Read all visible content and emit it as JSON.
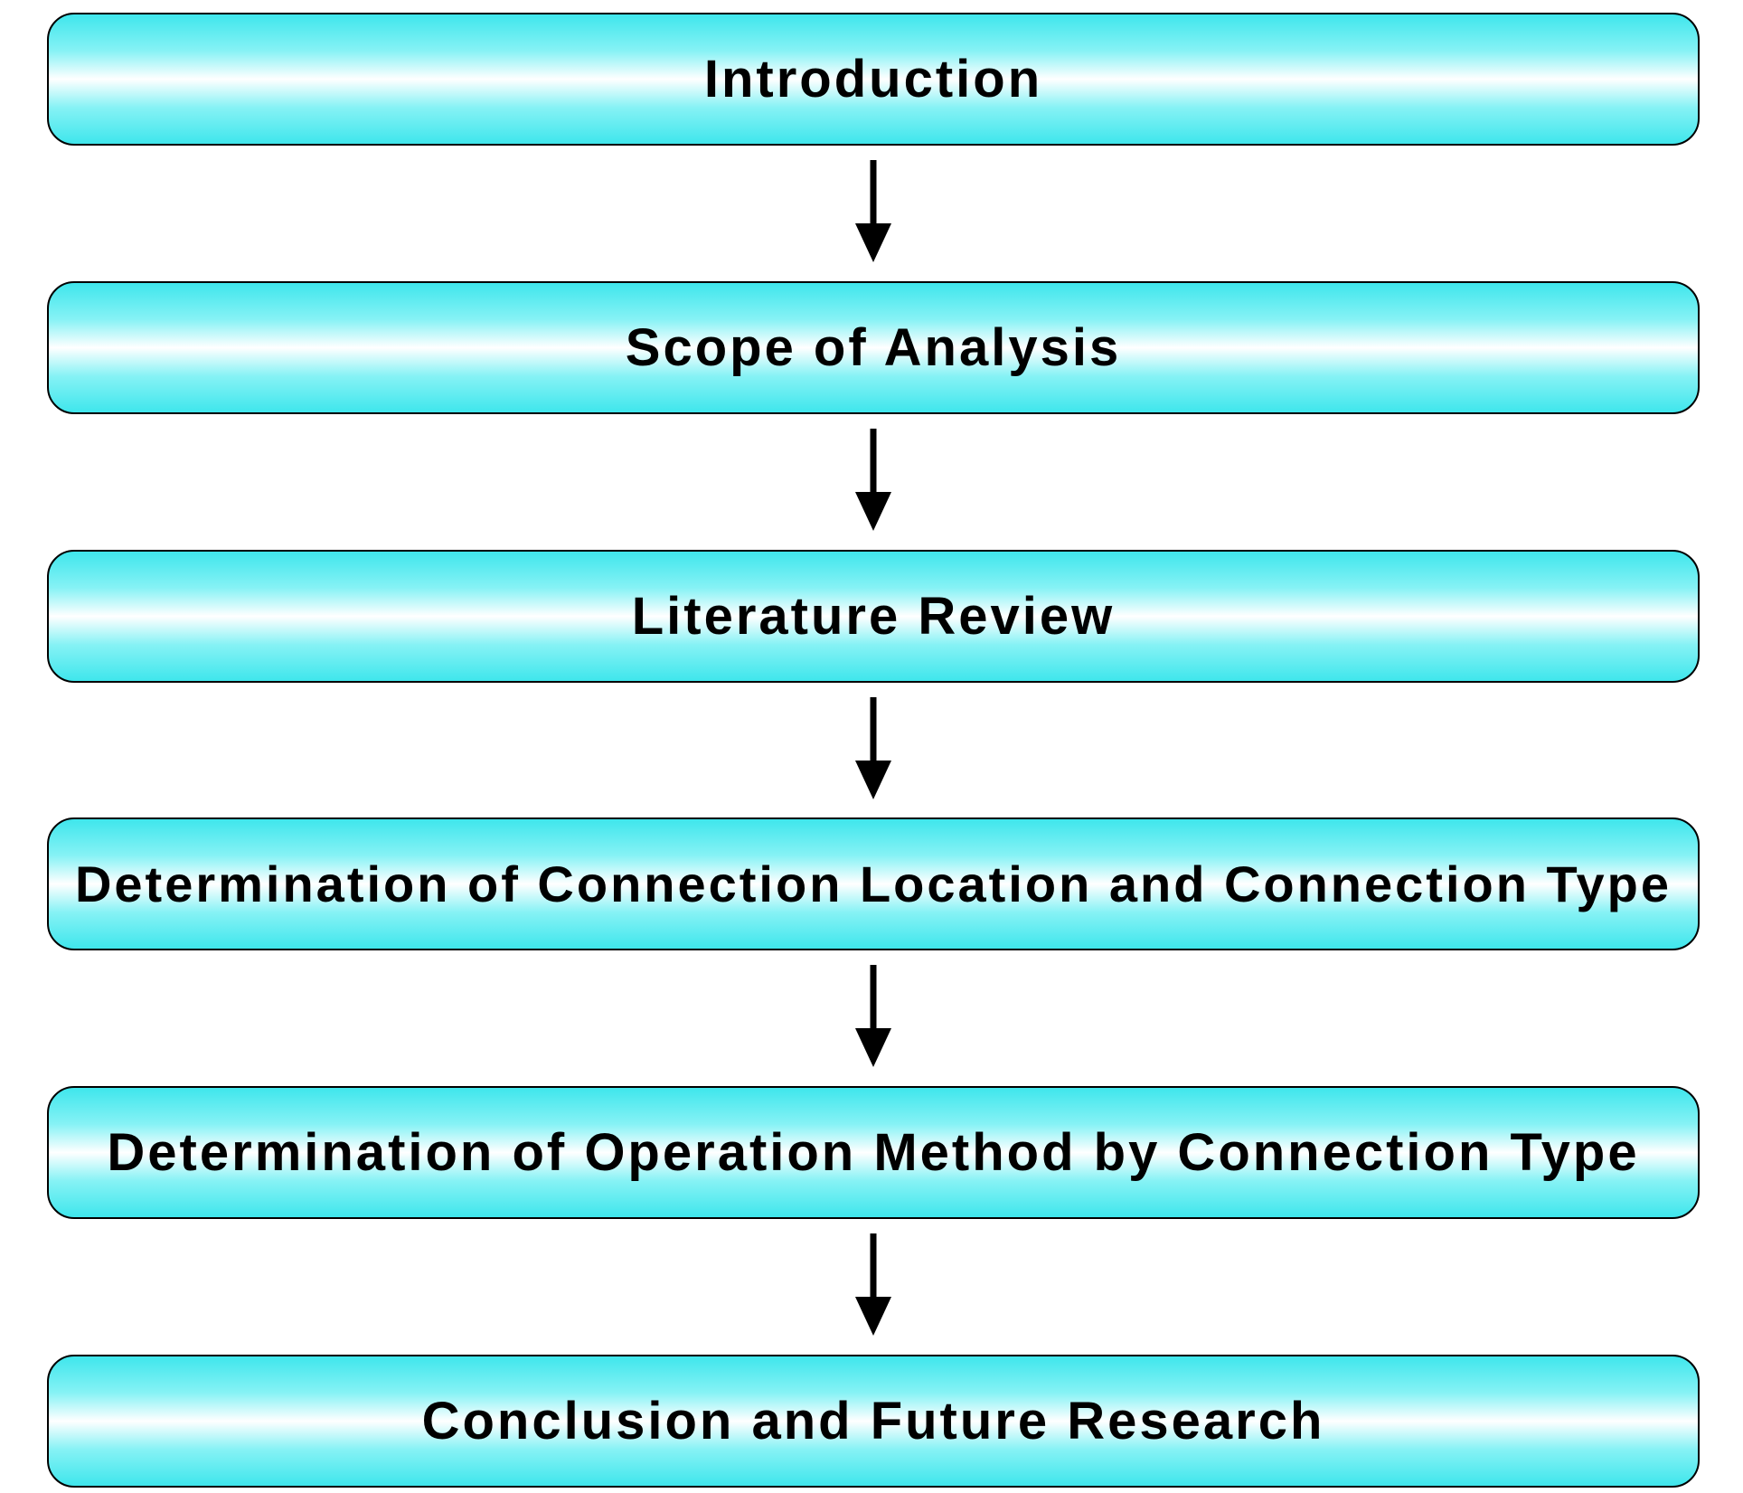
{
  "flowchart": {
    "steps": [
      {
        "label": "Introduction"
      },
      {
        "label": "Scope of Analysis"
      },
      {
        "label": "Literature Review"
      },
      {
        "label": "Determination of Connection Location and Connection Type"
      },
      {
        "label": "Determination of Operation Method by Connection Type"
      },
      {
        "label": "Conclusion and Future Research"
      }
    ],
    "arrow_icon": "arrow-down-icon",
    "colors": {
      "box_fill_edge": "#3fe6ec",
      "box_fill_center": "#ffffff",
      "border": "#000000",
      "text": "#000000"
    }
  }
}
